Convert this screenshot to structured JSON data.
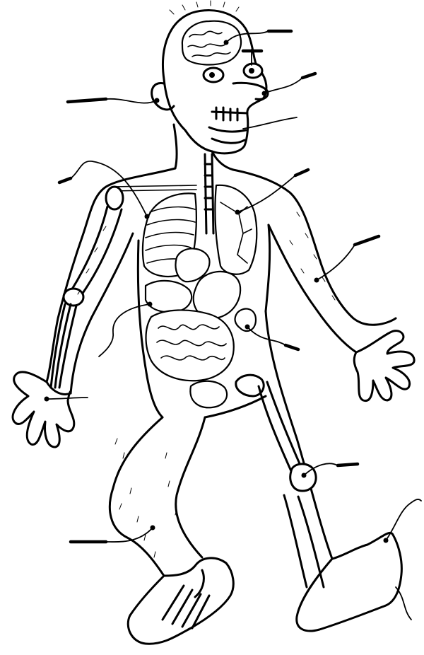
{
  "diagram": {
    "labels": [],
    "pointers": [
      {
        "target": "brain"
      },
      {
        "target": "eye"
      },
      {
        "target": "nose"
      },
      {
        "target": "mouth"
      },
      {
        "target": "ear"
      },
      {
        "target": "collarbone"
      },
      {
        "target": "lung"
      },
      {
        "target": "upper-arm-skin"
      },
      {
        "target": "intestines"
      },
      {
        "target": "pelvis"
      },
      {
        "target": "hand-bone"
      },
      {
        "target": "knee"
      },
      {
        "target": "thigh-skin"
      },
      {
        "target": "toe"
      }
    ],
    "colors": {
      "ink": "#000000",
      "paper": "#ffffff"
    }
  }
}
